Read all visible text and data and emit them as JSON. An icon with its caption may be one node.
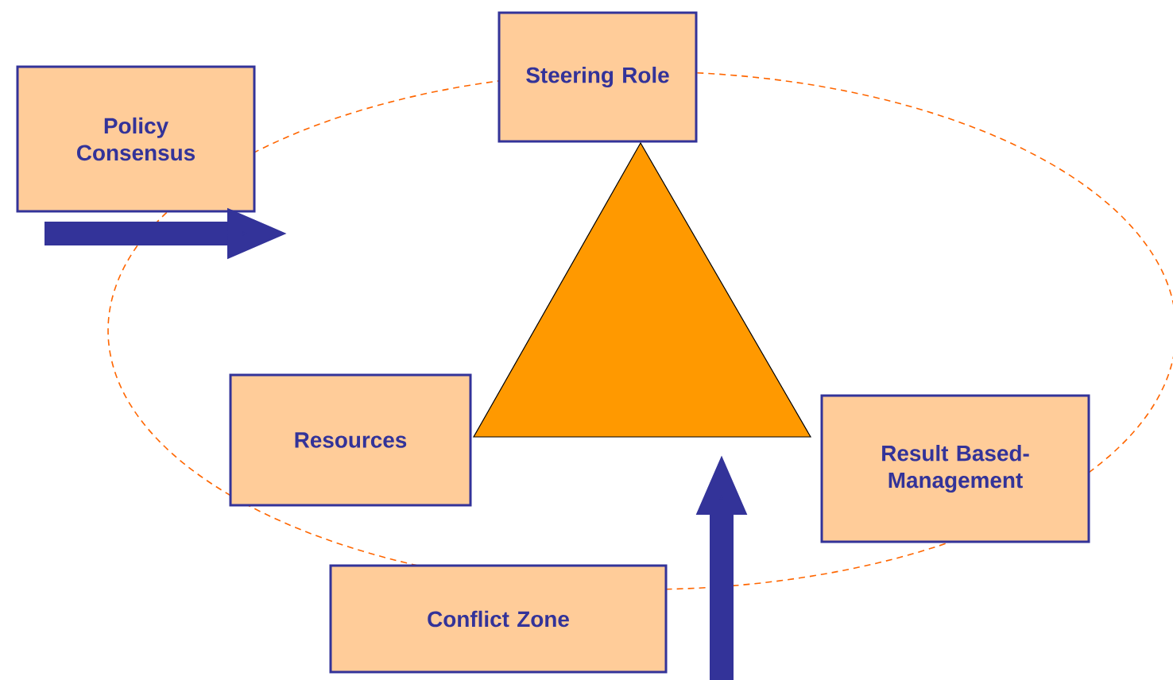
{
  "diagram": {
    "nodes": [
      {
        "text": [
          "Policy Consensus"
        ]
      },
      {
        "text": [
          "Steering Role"
        ]
      },
      {
        "text": [],
        "shape": "triangle"
      },
      {
        "text": [
          "Resources"
        ]
      },
      {
        "text": [
          "Result Based- Management"
        ]
      },
      {
        "text": [
          "Conflict Zone"
        ]
      }
    ],
    "edges": [
      {
        "from": null,
        "to": 2,
        "arrow": "to"
      }
    ]
  }
}
